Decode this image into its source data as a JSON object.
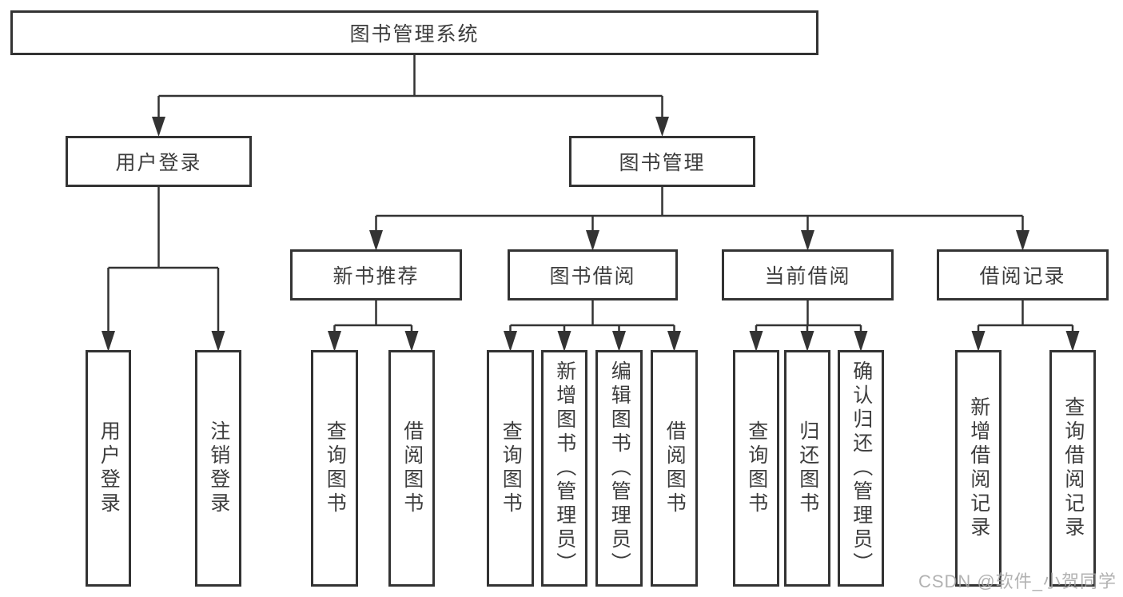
{
  "diagram": {
    "root": {
      "label": "图书管理系统"
    },
    "level2": {
      "user_login": {
        "label": "用户登录"
      },
      "book_management": {
        "label": "图书管理"
      }
    },
    "level3": {
      "new_book_recommend": {
        "label": "新书推荐"
      },
      "book_borrow": {
        "label": "图书借阅"
      },
      "current_borrow": {
        "label": "当前借阅"
      },
      "borrow_record": {
        "label": "借阅记录"
      }
    },
    "leaves": {
      "user_login_leaf": {
        "label": "用户登录"
      },
      "logout": {
        "label": "注销登录"
      },
      "query_book_recommend": {
        "label": "查询图书"
      },
      "borrow_book_recommend": {
        "label": "借阅图书"
      },
      "query_book_borrow": {
        "label": "查询图书"
      },
      "add_book_admin": {
        "label": "新增图书（管理员）"
      },
      "edit_book_admin": {
        "label": "编辑图书（管理员）"
      },
      "borrow_book_borrow": {
        "label": "借阅图书"
      },
      "query_book_current": {
        "label": "查询图书"
      },
      "return_book": {
        "label": "归还图书"
      },
      "confirm_return_admin": {
        "label": "确认归还（管理员）"
      },
      "add_borrow_record": {
        "label": "新增借阅记录"
      },
      "query_borrow_record": {
        "label": "查询借阅记录"
      }
    }
  },
  "watermark": {
    "text": "CSDN @软件_小贺同学"
  },
  "colors": {
    "line": "#333333",
    "box_border": "#333333",
    "text": "#3d3d3d",
    "watermark": "#a4a4a4",
    "background": "#ffffff"
  }
}
